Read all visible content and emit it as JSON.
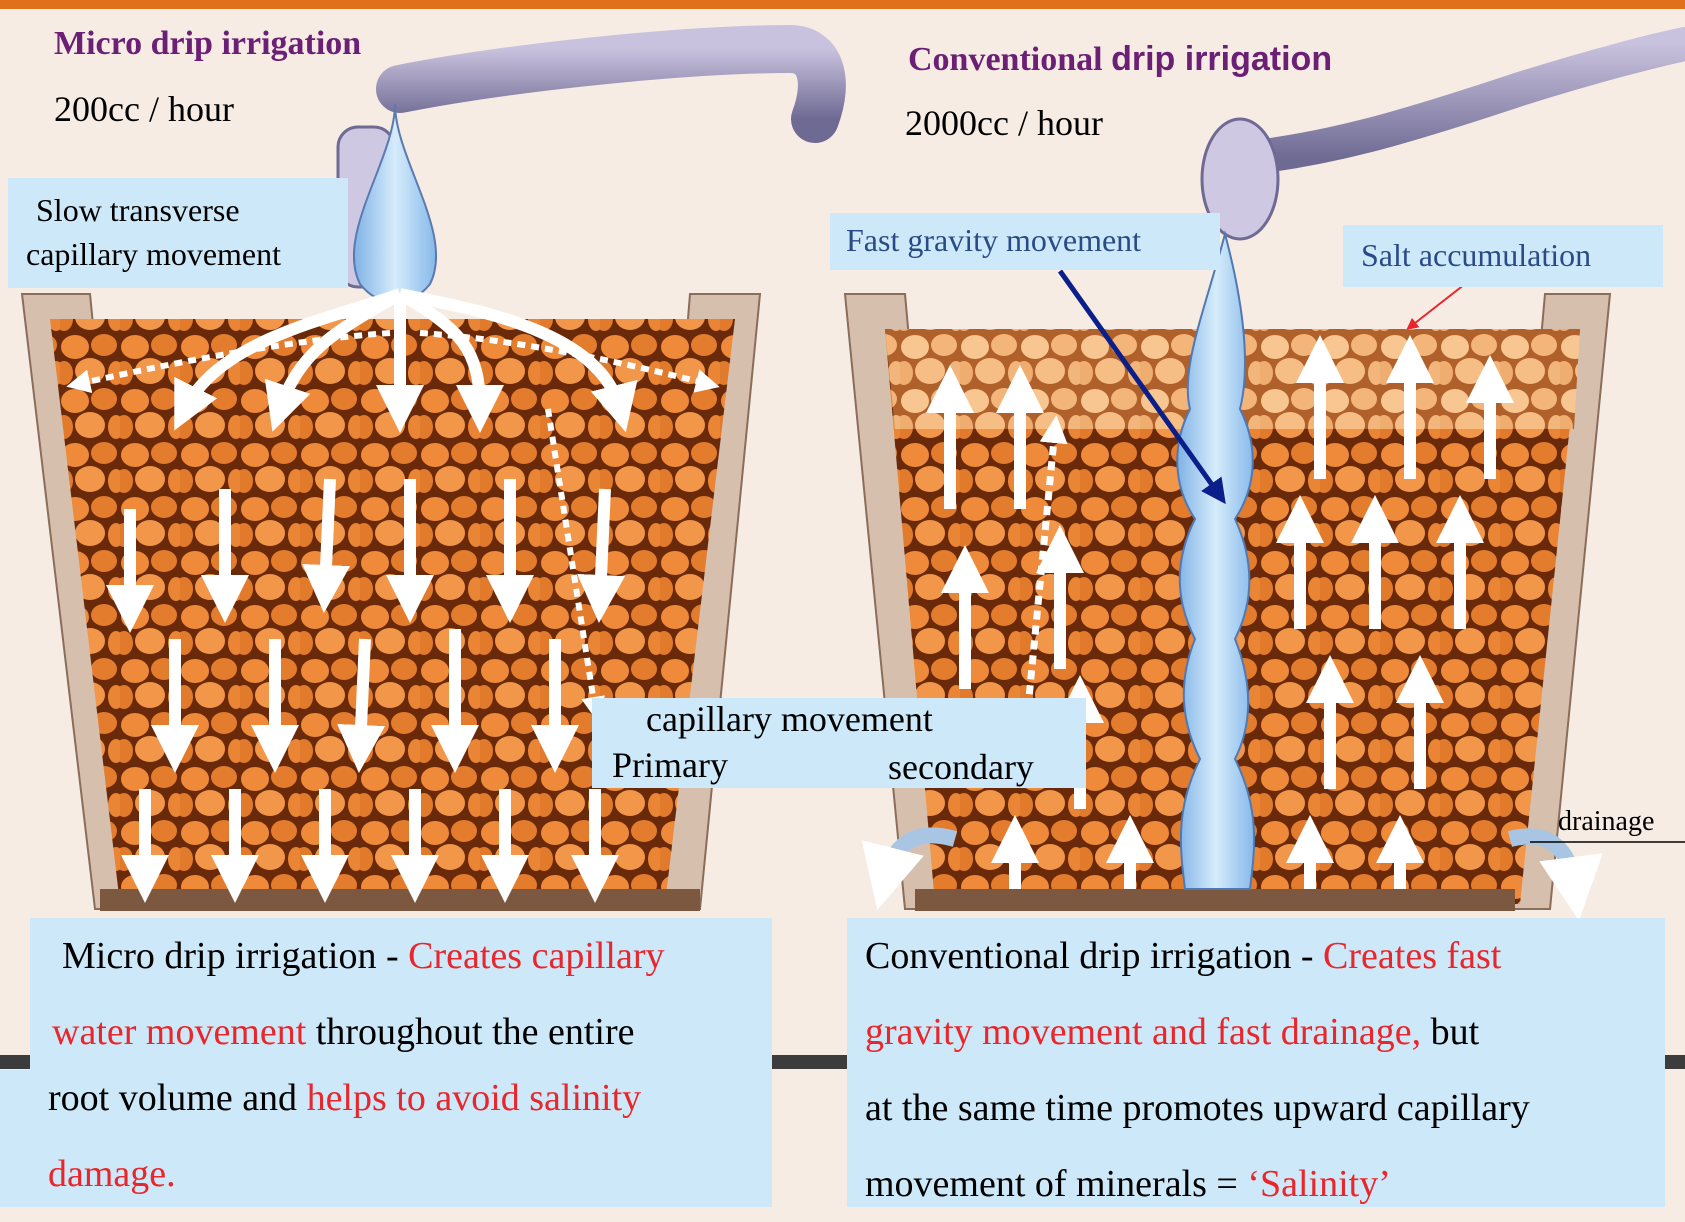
{
  "colors": {
    "accent_bar": "#e0701c",
    "title_purple": "#6b1f75",
    "label_box": "#cde9f9",
    "highlight_red": "#e8262b",
    "soil_orange": "#e07a2e",
    "water_blue": "#9cc6ee"
  },
  "left": {
    "title": "Micro drip irrigation",
    "rate": "200cc / hour",
    "callout_line1": "Slow transverse",
    "callout_line2": "capillary movement",
    "desc": {
      "p1_black": "Micro drip irrigation - ",
      "p1_red": "Creates capillary",
      "p2_red": "water movement",
      "p2_black": " throughout the entire",
      "p3_black": "root volume and ",
      "p3_red": "helps to avoid salinity",
      "p4_red": "damage."
    }
  },
  "right": {
    "title_serif": "Conventional",
    "title_sans": "drip irrigation",
    "rate": "2000cc / hour",
    "callout_gravity": "Fast gravity movement",
    "callout_salt": "Salt accumulation",
    "drainage": "drainage",
    "desc": {
      "p1_black": "Conventional drip irrigation - ",
      "p1_red": "Creates fast",
      "p2_red": "gravity movement and fast drainage,",
      "p2_black": " but",
      "p3_black": "at the same time promotes upward capillary",
      "p4_black": "movement of minerals = ",
      "p4_red": "‘Salinity’"
    }
  },
  "center_legend": {
    "line1": "capillary movement",
    "primary": "Primary",
    "secondary": "secondary"
  },
  "icons": [
    "drip-emitter-icon",
    "hose-icon",
    "water-drop-icon",
    "down-arrow-icon",
    "up-arrow-icon",
    "dotted-arrow-icon"
  ]
}
